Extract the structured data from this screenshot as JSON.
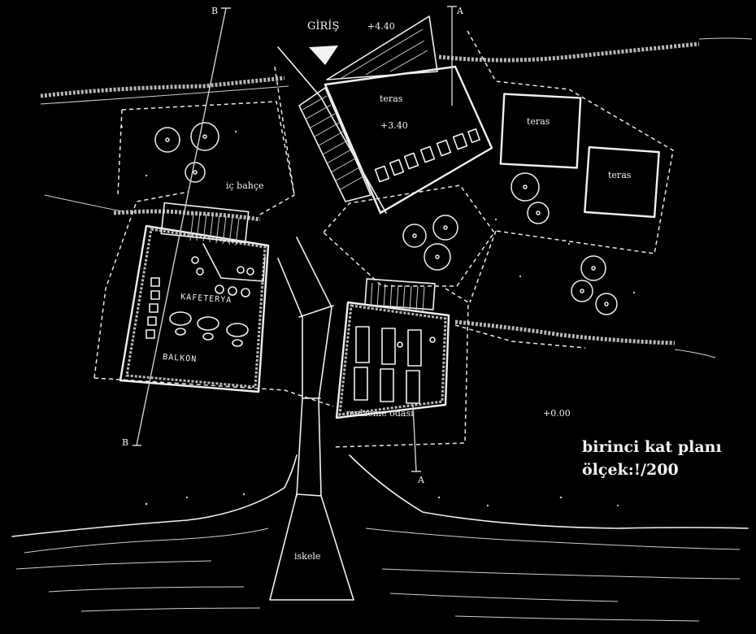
{
  "labels": {
    "entrance": "GİRİŞ",
    "elev_top": "+4.40",
    "terrace_main": "teras",
    "elev_terrace": "+3.40",
    "terrace_right1": "teras",
    "terrace_right2": "teras",
    "garden": "iç bahçe",
    "cafeteria": "KAFETERYA",
    "balcony": "BALKON",
    "storage": "malzeme odası",
    "elev_ground": "+0.00",
    "pier": "iskele"
  },
  "sections": {
    "b_top": "B",
    "b_bottom": "B",
    "a_top": "A",
    "a_bottom": "A"
  },
  "title": {
    "main": "birinci kat planı",
    "scale": "ölçek:!/200"
  },
  "colors": {
    "background": "#000000",
    "ink": "#f0f0f0"
  }
}
